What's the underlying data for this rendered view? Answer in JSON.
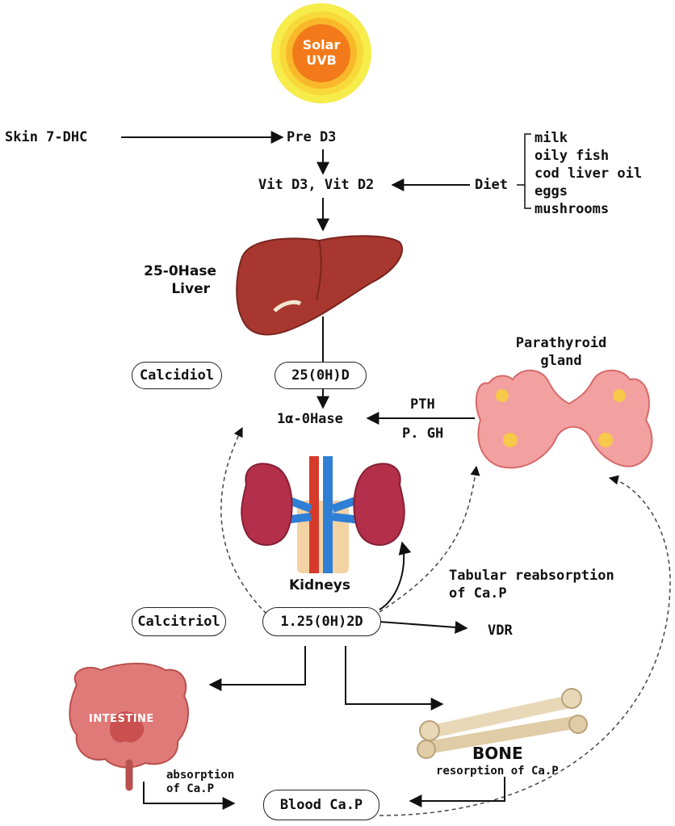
{
  "sun": {
    "line1": "Solar",
    "line2": "UVB"
  },
  "pathway": {
    "skin": "Skin 7-DHC",
    "pre_d3": "Pre D3",
    "vit_d": "Vit D3, Vit D2",
    "diet": "Diet",
    "diet_items": [
      "milk",
      "oily fish",
      "cod liver oil",
      "eggs",
      "mushrooms"
    ],
    "liver_enzyme": "25-0Hase",
    "liver": "Liver",
    "calcidiol": "Calcidiol",
    "ohd": "25(0H)D",
    "alpha_hase": "1α-0Hase",
    "pth": "PTH",
    "pgh": "P. GH",
    "parathyroid_line1": "Parathyroid",
    "parathyroid_line2": "gland",
    "kidneys": "Kidneys",
    "tubular_line1": "Tabular reabsorption",
    "tubular_line2": "of Ca.P",
    "calcitriol": "Calcitriol",
    "d2": "1.25(0H)2D",
    "vdr": "VDR",
    "intestine": "INTESTINE",
    "absorption_line1": "absorption",
    "absorption_line2": "of Ca.P",
    "bone": "BONE",
    "resorption": "resorption of Ca.P",
    "blood": "Blood Ca.P"
  },
  "colors": {
    "sun_outer": "#f6ec4a",
    "sun_mid": "#f9c02a",
    "sun_inner": "#f27a1a",
    "liver": "#a8382f",
    "kidney": "#b4304a",
    "aorta": "#d63a2a",
    "vein": "#2f7fd6",
    "parathyroid": "#f2a0a0",
    "intestine": "#e07a78",
    "bone": "#e8d8b8"
  }
}
